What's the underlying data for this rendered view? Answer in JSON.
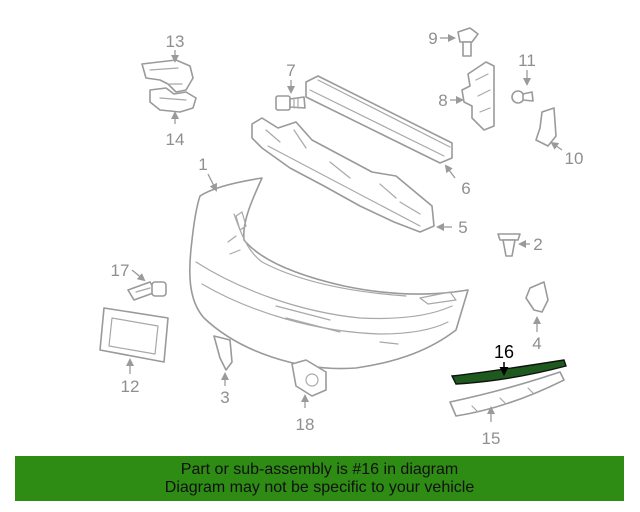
{
  "diagram": {
    "callouts": {
      "c1": "1",
      "c2": "2",
      "c3": "3",
      "c4": "4",
      "c5": "5",
      "c6": "6",
      "c7": "7",
      "c8": "8",
      "c9": "9",
      "c10": "10",
      "c11": "11",
      "c12": "12",
      "c13": "13",
      "c14": "14",
      "c15": "15",
      "c16": "16",
      "c17": "17",
      "c18": "18"
    },
    "highlighted_part": "16",
    "colors": {
      "line": "#9a9a9a",
      "highlight_fill": "#1e5a1e",
      "highlight_label": "#000000"
    }
  },
  "banner": {
    "line1": "Part or sub-assembly is #16 in diagram",
    "line2": "Diagram may not be specific to your vehicle",
    "background": "#2e8b13"
  }
}
